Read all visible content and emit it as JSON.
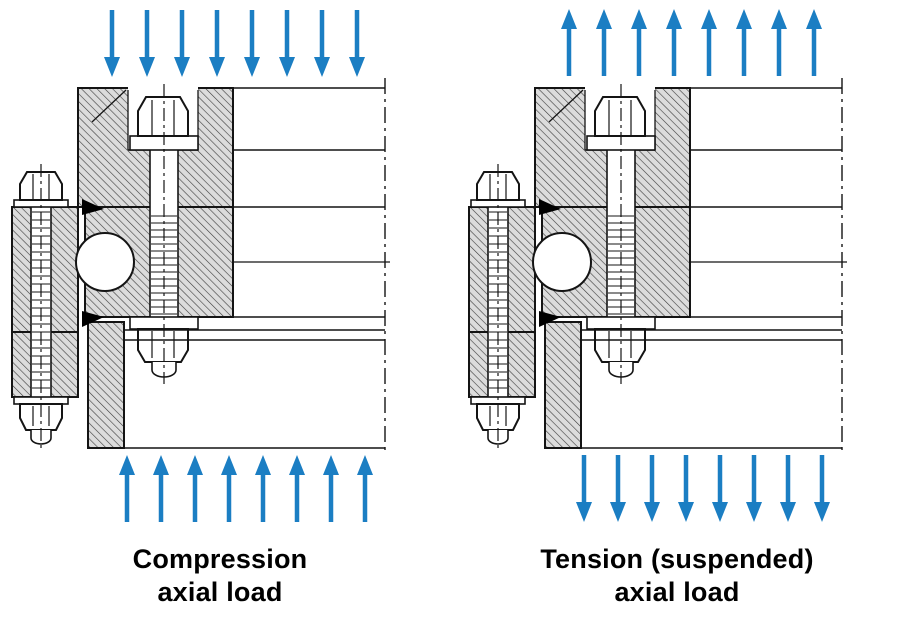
{
  "colors": {
    "arrow_blue": "#1b7ec3",
    "line_black": "#141414",
    "hatch_gray": "#dcdcdc"
  },
  "figures": [
    {
      "id": "compression",
      "caption_line1": "Compression",
      "caption_line2": "axial load",
      "top_arrows": {
        "count": 8,
        "direction": "down"
      },
      "bottom_arrows": {
        "count": 8,
        "direction": "up"
      }
    },
    {
      "id": "tension",
      "caption_line1": "Tension (suspended)",
      "caption_line2": "axial load",
      "top_arrows": {
        "count": 8,
        "direction": "up"
      },
      "bottom_arrows": {
        "count": 8,
        "direction": "down"
      }
    }
  ]
}
